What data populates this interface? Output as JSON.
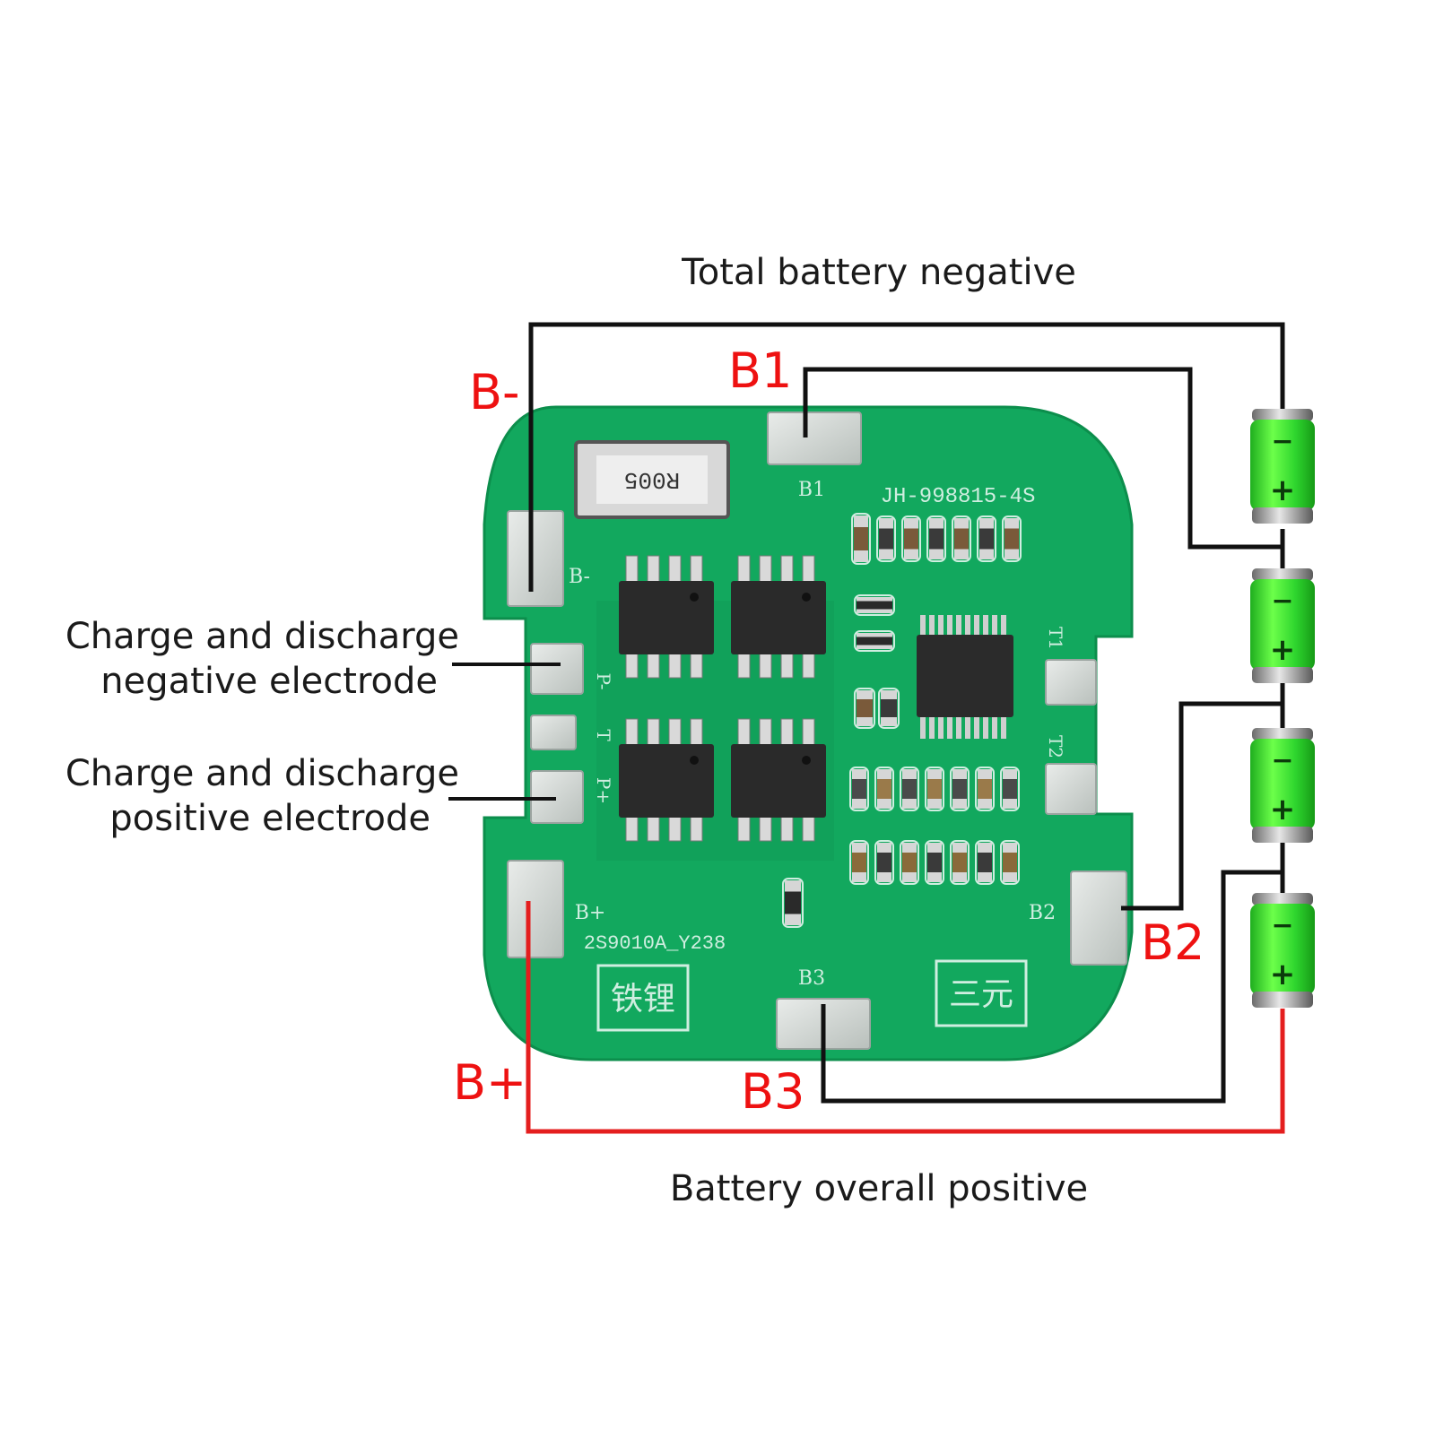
{
  "captions": {
    "top": "Total battery negative",
    "bottom": "Battery overall positive",
    "neg_electrode": [
      "Charge and discharge",
      "negative electrode"
    ],
    "pos_electrode": [
      "Charge and discharge",
      "positive electrode"
    ]
  },
  "pins": {
    "b_minus": "B-",
    "b1": "B1",
    "b2": "B2",
    "b3": "B3",
    "b_plus": "B+"
  },
  "board": {
    "resistor_marking": "R005",
    "model_marking": "JH-998815-4S",
    "serial_marking": "2S9010A_Y238",
    "silk_b1": "B1",
    "silk_b2": "B2",
    "silk_b3": "B3",
    "silk_b_minus": "B-",
    "silk_b_plus": "B+",
    "silk_p_minus": "P-",
    "silk_t": "T",
    "silk_p_plus": "P+",
    "silk_t1": "T1",
    "silk_t2": "T2",
    "chem_left": "铁锂",
    "chem_right": "三元"
  },
  "battery": {
    "minus_symbol": "−",
    "plus_symbol": "+"
  },
  "colors": {
    "pcb_green": "#12a85e",
    "positive_wire": "#e41e1e",
    "wire": "#111111",
    "label_red": "#ee1111",
    "cell_green": "#3ee63e"
  }
}
